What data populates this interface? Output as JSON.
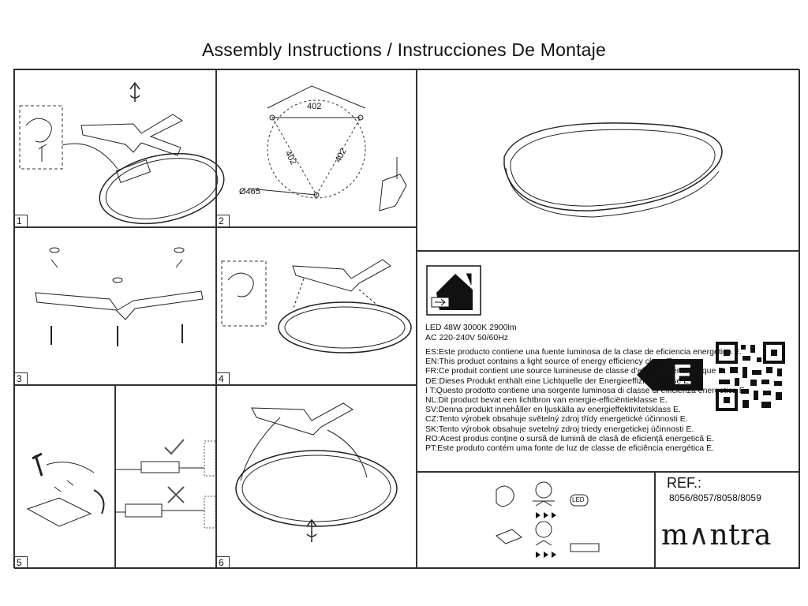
{
  "header": {
    "title": "Assembly Instructions / Instrucciones De Montaje"
  },
  "steps": [
    {
      "number": "1"
    },
    {
      "number": "2",
      "dimensions": {
        "top": "402",
        "diag_left": "402",
        "diag_right": "402",
        "diameter": "Ø465"
      }
    },
    {
      "number": "3"
    },
    {
      "number": "4"
    },
    {
      "number": "5"
    },
    {
      "number": "6"
    }
  ],
  "product": {
    "spec_line1": "LED 48W  3000K  2900lm",
    "spec_line2": "AC 220-240V  50/60Hz",
    "energy_class": "E",
    "energy_statements": [
      "ES:Este producto contiene una fuente luminosa de la clase de eficiencia energética E.",
      "EN:This product contains a light source of energy efficiency class E.",
      "FR:Ce produit contient une source lumineuse de classe d'efficacité énergétique E.",
      "DE:Dieses Produkt enthält eine Lichtquelle der Energieeffizienzklasse E.",
      "I T:Questo prodotto contiene una sorgente luminosa di classe di efficienza energetica E.",
      "NL:Dit product bevat een lichtbron van energie-efficiëntieklasse E.",
      "SV:Denna produkt innehåller en ljuskälla av energieffektivitetsklass E.",
      "CZ:Tento výrobek obsahuje světelný zdroj třídy energetické účinnosti E.",
      "SK:Tento výrobok obsahuje svetelný zdroj triedy energetickej účinnosti E.",
      "RO:Acest produs conţine o sursă de lumină de clasă de eficienţă energetică E.",
      "PT:Este produto contém uma fonte de luz de classe de eficiência energética E."
    ]
  },
  "symbols": {
    "led_label": "LED"
  },
  "reference": {
    "label": "REF.:",
    "value": "8056/8057/8058/8059"
  },
  "brand": {
    "name_left": "m",
    "name_wedge": "∧",
    "name_right": "ntra"
  }
}
